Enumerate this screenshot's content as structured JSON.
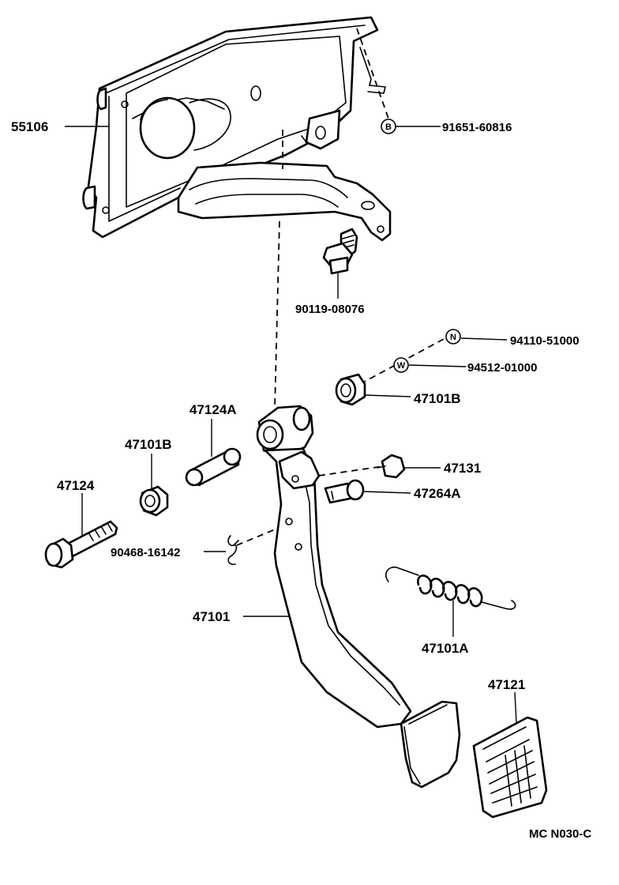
{
  "diagram": {
    "drawing_code": "MC N030-C",
    "badges": {
      "b": "B",
      "n": "N",
      "w": "W"
    },
    "labels": {
      "bracket": "55106",
      "bolt_b": "91651-60816",
      "stud": "90119-08076",
      "nut": "94110-51000",
      "washer": "94512-01000",
      "bushing_right": "47101B",
      "collar": "47124A",
      "bushing_left": "47101B",
      "bolt": "47124",
      "cushion": "47131",
      "pin": "47264A",
      "clip": "90468-16142",
      "pedal_arm": "47101",
      "spring": "47101A",
      "pad": "47121"
    }
  }
}
